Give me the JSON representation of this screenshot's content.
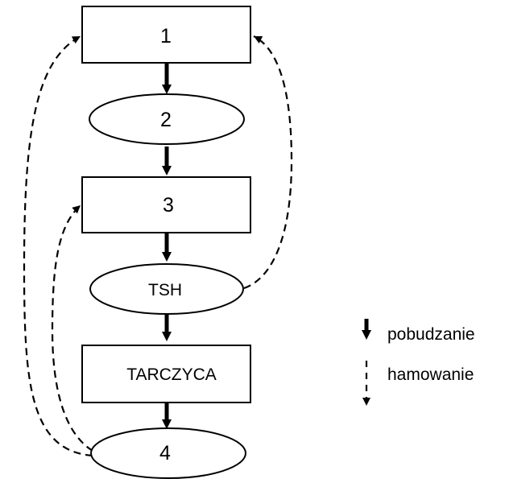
{
  "diagram": {
    "nodes": [
      {
        "id": "n1",
        "shape": "rectangle",
        "label": "1"
      },
      {
        "id": "n2",
        "shape": "ellipse",
        "label": "2"
      },
      {
        "id": "n3",
        "shape": "rectangle",
        "label": "3"
      },
      {
        "id": "n4",
        "shape": "ellipse",
        "label": "TSH"
      },
      {
        "id": "n5",
        "shape": "rectangle",
        "label": "TARCZYCA"
      },
      {
        "id": "n6",
        "shape": "ellipse",
        "label": "4"
      }
    ],
    "edges": [
      {
        "from": "n1",
        "to": "n2",
        "type": "pobudzanie"
      },
      {
        "from": "n2",
        "to": "n3",
        "type": "pobudzanie"
      },
      {
        "from": "n3",
        "to": "n4",
        "type": "pobudzanie"
      },
      {
        "from": "n4",
        "to": "n5",
        "type": "pobudzanie"
      },
      {
        "from": "n5",
        "to": "n6",
        "type": "pobudzanie"
      },
      {
        "from": "n6",
        "to": "n1",
        "type": "hamowanie"
      },
      {
        "from": "n6",
        "to": "n3",
        "type": "hamowanie"
      },
      {
        "from": "n4",
        "to": "n1",
        "type": "hamowanie"
      }
    ],
    "colors": {
      "stroke": "#000000",
      "fill": "#ffffff"
    }
  },
  "legend": {
    "stimulation_label": "pobudzanie",
    "inhibition_label": "hamowanie"
  }
}
